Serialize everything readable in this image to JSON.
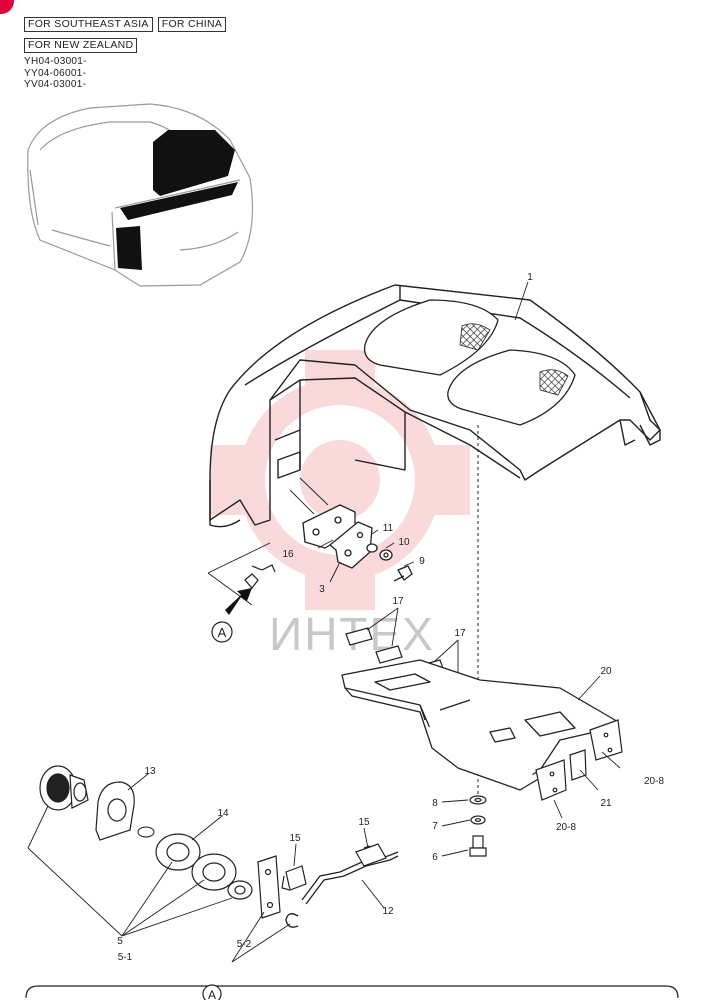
{
  "header": {
    "regions_row1": [
      "FOR SOUTHEAST ASIA",
      "FOR CHINA"
    ],
    "regions_row2": [
      "FOR NEW ZEALAND"
    ],
    "serials": [
      "YH04-03001-",
      "YY04-06001-",
      "YV04-03001-"
    ]
  },
  "watermark": {
    "text": "ИНТЕХ"
  },
  "callouts": {
    "c1": "1",
    "c3": "3",
    "c5": "5",
    "c5_1": "5-1",
    "c5_2": "5-2",
    "c6": "6",
    "c7": "7",
    "c8": "8",
    "c9": "9",
    "c10": "10",
    "c11": "11",
    "c12": "12",
    "c13": "13",
    "c14": "14",
    "c15a": "15",
    "c15b": "15",
    "c16": "16",
    "c17a": "17",
    "c17b": "17",
    "c20": "20",
    "c20_8a": "20-8",
    "c20_8b": "20-8",
    "c21": "21"
  },
  "view_marker": {
    "top": "A",
    "bottom": "A"
  },
  "colors": {
    "ink": "#222222",
    "watermark": "#e8313a",
    "badge": "#e0003c"
  }
}
